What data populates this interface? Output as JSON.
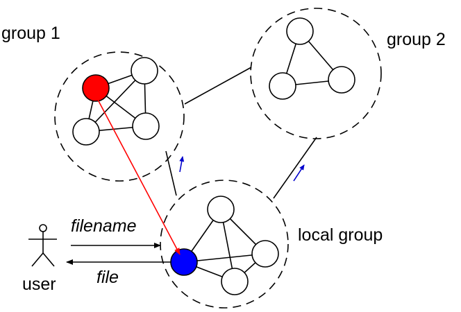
{
  "groups": [
    {
      "id": "group1",
      "label": "group 1"
    },
    {
      "id": "group2",
      "label": "group 2"
    },
    {
      "id": "local",
      "label": "local group"
    }
  ],
  "actor": {
    "label": "user"
  },
  "messages": {
    "request": "filename",
    "response": "file"
  },
  "colors": {
    "source_node": "#ff0000",
    "local_node": "#0000ff",
    "transfer_arrow": "#ff0000",
    "upward_arrows": "#0000cc",
    "lines": "#000000"
  }
}
